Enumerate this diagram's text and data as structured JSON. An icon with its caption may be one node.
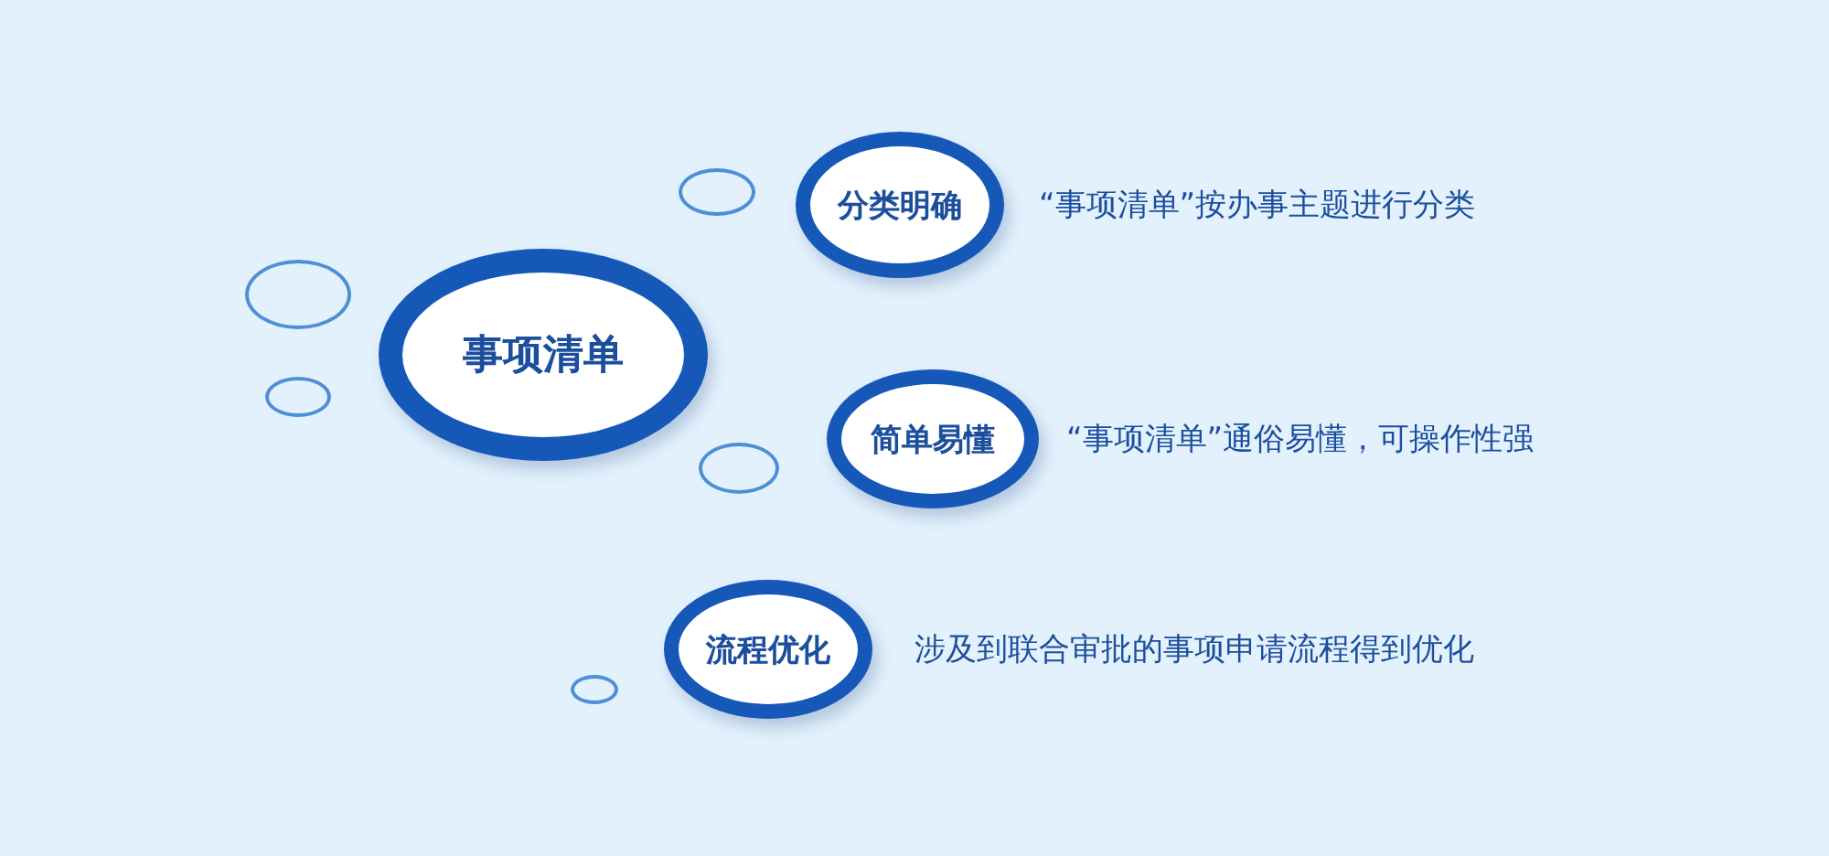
{
  "diagram": {
    "nodes": [
      {
        "text": [
          "事项清单"
        ]
      },
      {
        "text": [
          "分类明确"
        ],
        "beside": [
          "“事项清单”按办事主题进行分类"
        ]
      },
      {
        "text": [
          "简单易懂"
        ],
        "beside": [
          "“事项清单”通俗易懂，可操作性强"
        ]
      },
      {
        "text": [
          "流程优化"
        ],
        "beside": [
          "涉及到联合审批的事项申请流程得到优化"
        ]
      },
      {
        "text": [],
        "shape": "circle"
      },
      {
        "text": [],
        "shape": "circle"
      },
      {
        "text": [],
        "shape": "circle"
      },
      {
        "text": [],
        "shape": "circle"
      },
      {
        "text": [],
        "shape": "circle"
      }
    ]
  }
}
